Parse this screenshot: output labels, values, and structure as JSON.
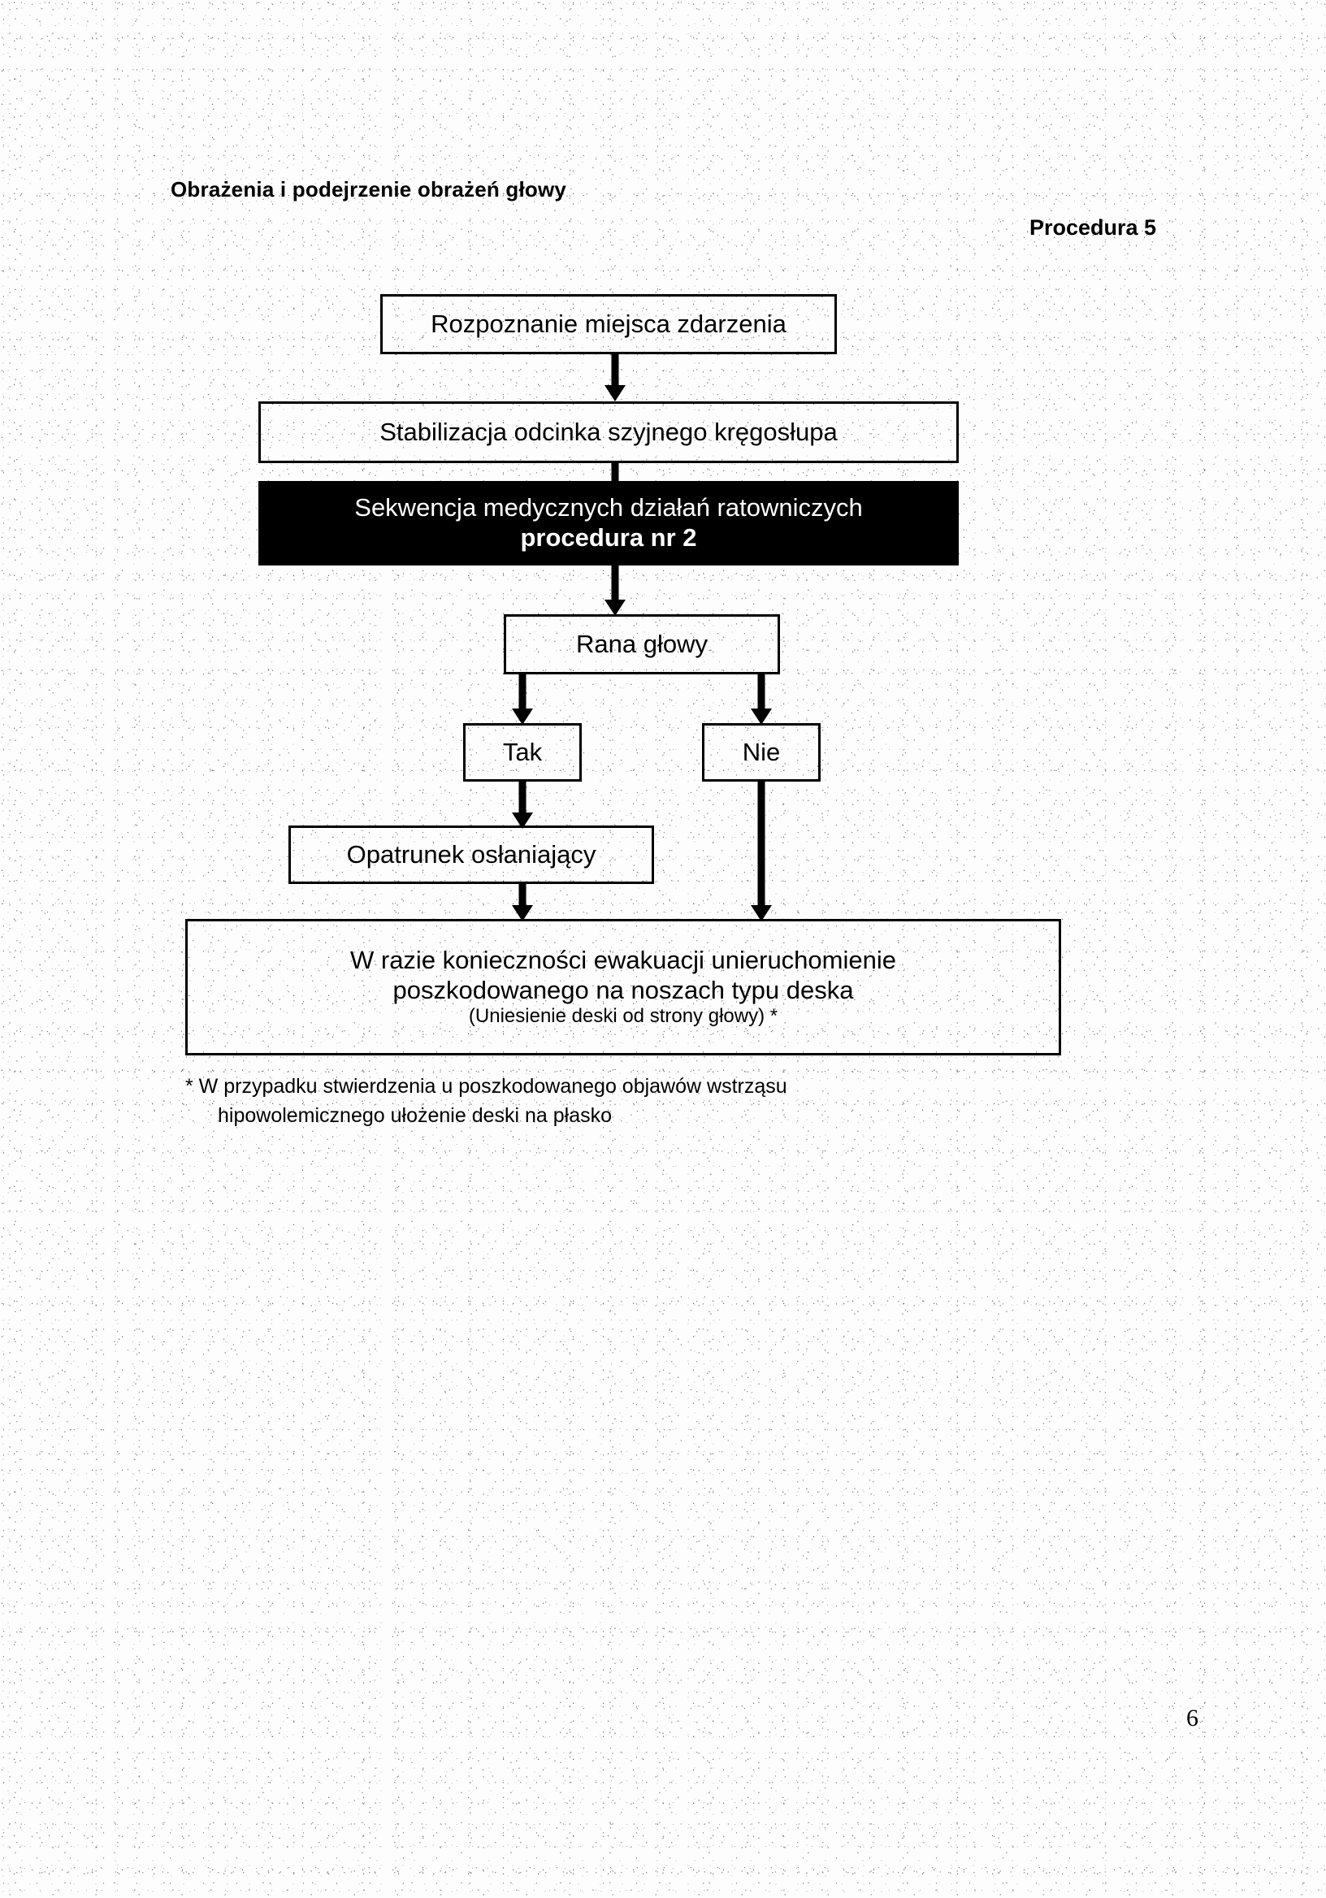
{
  "document": {
    "title": "Obrażenia i podejrzenie obrażeń głowy",
    "procedure_label": "Procedura 5",
    "page_number": "6"
  },
  "flowchart": {
    "type": "flowchart",
    "nodes": [
      {
        "id": "n1",
        "label": "Rozpoznanie miejsca zdarzenia",
        "style": "outlined"
      },
      {
        "id": "n2",
        "label": "Stabilizacja odcinka szyjnego kręgosłupa",
        "style": "outlined"
      },
      {
        "id": "n3",
        "label_line1": "Sekwencja medycznych działań ratowniczych",
        "label_line2": "procedura nr 2",
        "style": "inverted"
      },
      {
        "id": "n4",
        "label": "Rana głowy",
        "style": "outlined"
      },
      {
        "id": "n5",
        "label": "Tak",
        "style": "outlined"
      },
      {
        "id": "n6",
        "label": "Nie",
        "style": "outlined"
      },
      {
        "id": "n7",
        "label": "Opatrunek osłaniający",
        "style": "outlined"
      },
      {
        "id": "n8",
        "label_line1": "W razie konieczności ewakuacji unieruchomienie",
        "label_line2": "poszkodowanego na noszach typu deska",
        "label_line3": "(Uniesienie deski od strony głowy) *",
        "style": "outlined"
      }
    ],
    "edges": [
      {
        "from": "n1",
        "to": "n2"
      },
      {
        "from": "n2",
        "to": "n3"
      },
      {
        "from": "n3",
        "to": "n4"
      },
      {
        "from": "n4",
        "to": "n5"
      },
      {
        "from": "n4",
        "to": "n6"
      },
      {
        "from": "n5",
        "to": "n7"
      },
      {
        "from": "n7",
        "to": "n8"
      },
      {
        "from": "n6",
        "to": "n8"
      }
    ]
  },
  "footnote": {
    "line1": "* W przypadku stwierdzenia u poszkodowanego objawów wstrząsu",
    "line2": "hipowolemicznego ułożenie deski na płasko"
  },
  "colors": {
    "ink": "#000000",
    "paper": "#fdfdfd",
    "inverted_text": "#ffffff"
  }
}
